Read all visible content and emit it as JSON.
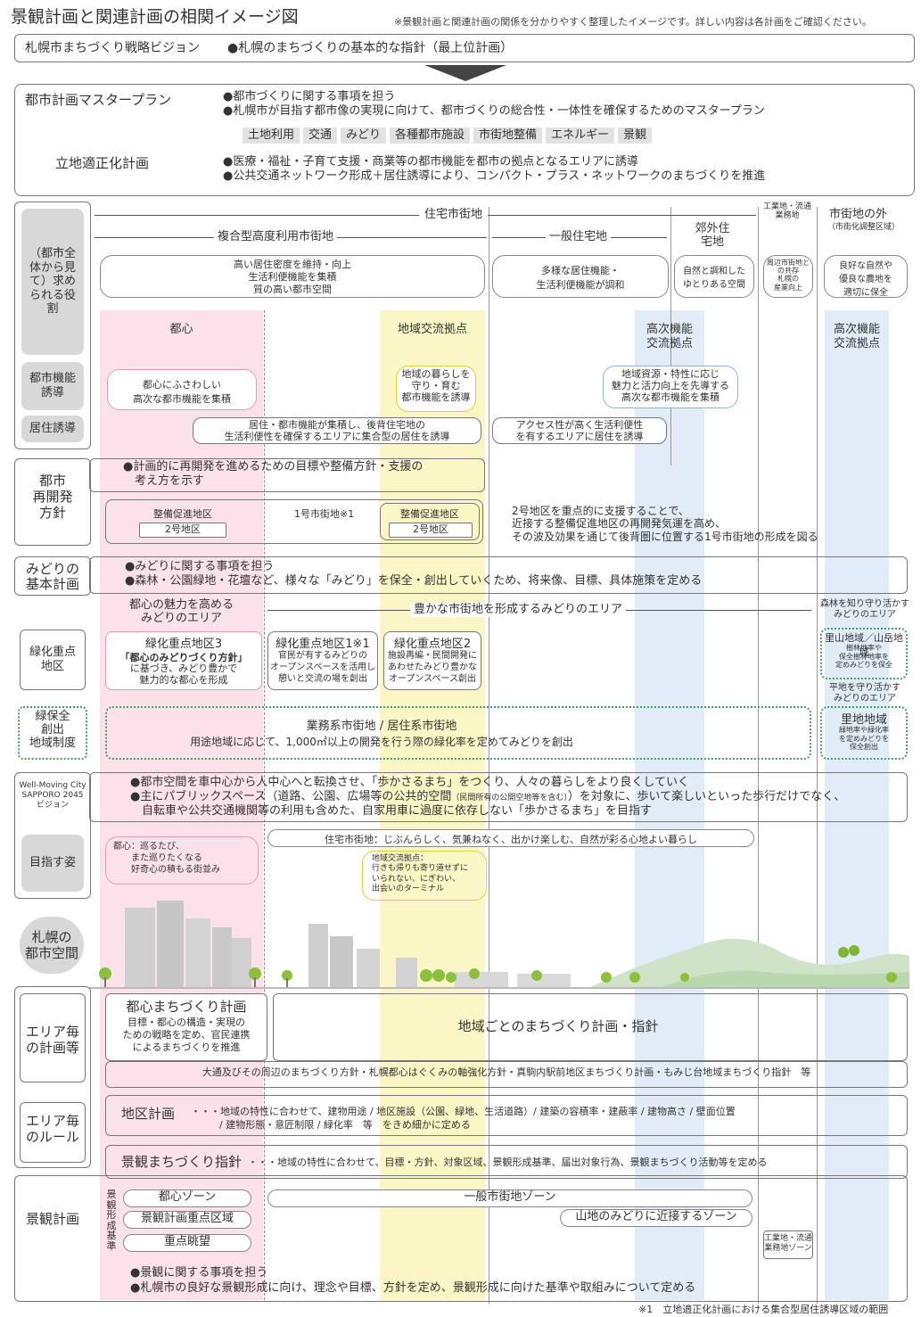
{
  "header": {
    "title": "景観計画と関連計画の相関イメージ図",
    "note": "※景観計画と関連計画の関係を分かりやすく整理したイメージです。詳しい内容は各計画をご確認ください。"
  },
  "vision": {
    "name": "札幌市まちづくり戦略ビジョン",
    "desc": "●札幌のまちづくりの基本的な指針（最上位計画）"
  },
  "masterplan": {
    "name": "都市計画マスタープラン",
    "line1": "●都市づくりに関する事項を担う",
    "line2": "●札幌市が目指す都市像の実現に向けて、都市づくりの総合性・一体性を確保するためのマスタープラン",
    "tags": [
      "土地利用",
      "交通",
      "みどり",
      "各種都市施設",
      "市街地整備",
      "エネルギー",
      "景観"
    ],
    "rikchi_name": "立地適正化計画",
    "rikchi1": "●医療・福祉・子育て支援・商業等の都市機能を都市の拠点となるエリアに誘導",
    "rikchi2": "●公共交通ネットワーク形成＋居住誘導により、コンパクト・プラス・ネットワークのまちづくりを推進"
  },
  "zones": {
    "residential": "住宅市街地",
    "industrial": "工業地・流通業務地",
    "outside": "市街地の外",
    "outside_sub": "（市街化調整区域）",
    "mixed": "複合型高度利用市街地",
    "general": "一般住宅地",
    "suburb": "郊外住宅地"
  },
  "roles": {
    "label": "（都市全体から見て）求められる役割",
    "r1": "高い居住密度を維持・向上\n生活利便機能を集積\n質の高い都市空間",
    "r2": "多様な居住機能・\n生活利便機能が調和",
    "r3": "自然と調和した\nゆとりある空間",
    "r4": "周辺市街地との共存\n札幌の\n産業向上",
    "r5": "良好な自然や\n優良な農地を\n適切に保全"
  },
  "bands": {
    "toshin": "都心",
    "chiiki": "地域交流拠点",
    "koji1": "高次機能\n交流拠点",
    "koji2": "高次機能\n交流拠点"
  },
  "function": {
    "label": "都市機能誘導",
    "f1": "都心にふさわしい\n高次な都市機能を集積",
    "f2": "地域の暮らしを\n守り・育む\n都市機能を誘導",
    "f3": "地域資源・特性に応じ\n魅力と活力向上を先導する\n高次な都市機能を集積"
  },
  "residence": {
    "label": "居住誘導",
    "k1": "居住・都市機能が集積し、後背住宅地の\n生活利便性を確保するエリアに集合型の居住を誘導",
    "k2": "アクセス性が高く生活利便性\nを有するエリアに居住を誘導"
  },
  "redev": {
    "label": "都市\n再開発\n方針",
    "desc": "●計画的に再開発を進めるための目標や整備方針・支援の\n　考え方を示す",
    "seibi1": "整備促進地区",
    "area2a": "2号地区",
    "city1": "1号市街地※1",
    "seibi2": "整備促進地区",
    "area2b": "2号地区",
    "note": "2号地区を重点的に支援することで、\n近接する整備促進地区の再開発気運を高め、\nその波及効果を通じて後背圏に位置する1号市街地の形成を図る"
  },
  "green": {
    "label": "みどりの\n基本計画",
    "line1": "●みどりに関する事項を担う",
    "line2": "●森林・公園緑地・花壇など、様々な「みどり」を保全・創出していくため、将来像、目標、具体施策を定める",
    "area_toshin": "都心の魅力を高める\nみどりのエリア",
    "area_rich": "豊かな市街地を形成するみどりのエリア",
    "area_forest": "森林を知り守り活かす\nみどりのエリア",
    "area_flat": "平地を守り活かす\nみどりのエリア",
    "jyuten_label": "緑化重点\n地区",
    "j3_title": "緑化重点地区3",
    "j3_desc1": "「都心のみどりづくり方針」",
    "j3_desc2": "に基づき、みどり豊かで\n魅力的な都心を形成",
    "j1_title": "緑化重点地区1※1",
    "j1_desc": "官民が有するみどりの\nオープンスペースを活用し\n憩いと交流の場を創出",
    "j2_title": "緑化重点地区2",
    "j2_desc": "施設再編・民間開発に\nあわせたみどり豊かな\nオープンスペース創出",
    "satoyama_title": "里山地域／山岳地域",
    "satoyama_desc": "樹林地率や\n保全樹林地率を\n定めみどりを保全",
    "hozen_label": "緑保全\n創出\n地域制度",
    "hozen_title": "業務系市街地 / 居住系市街地",
    "hozen_desc": "用途地域に応じて、1,000㎡以上の開発を行う際の緑化率を定めてみどりを創出",
    "sato_title": "里地地域",
    "sato_desc": "緑地率や緑化率\nを定めみどりを\n保全創出"
  },
  "wellmoving": {
    "label": "Well-Moving City\nSAPPORO 2045\nビジョン",
    "line1": "●都市空間を車中心から人中心へと転換させ、「歩かさるまち」をつくり、人々の暮らしをより良くしていく",
    "line2": "●主にパブリックスペース（道路、公園、広場等の公共的空間",
    "line2_small": "（民間所有の公開空地等を含む）",
    "line2_end": "）を対象に、歩いて楽しいといった歩行だけでなく、",
    "line3": "　自転車や公共交通機関等の利用も含めた、自家用車に過度に依存しない「歩かさるまち」を目指す",
    "mezasu": "目指す姿",
    "toshin_vision": "都心：巡るたび、\n　　また巡りたくなる\n　　好奇心の積もる街並み",
    "jutaku_vision": "住宅市街地：じぶんらしく、気兼ねなく、出かけ楽しむ、自然が彩る心地よい暮らし",
    "chiiki_vision": "地域交流拠点：\n行きも帰りも寄り道せずに\nいられない、にぎわい、\n出会いのターミナル"
  },
  "cityspace": {
    "label": "札幌の\n都市空間"
  },
  "areaplans": {
    "label": "エリア毎\nの計画等",
    "toshin_title": "都心まちづくり計画",
    "toshin_desc": "目標・都心の構造・実現の\nための戦略を定め、官民連携\nによるまちづくりを推進",
    "chiiki_title": "地域ごとのまちづくり計画・指針",
    "list": "大通及びその周辺のまちづくり方針・札幌都心はぐくみの軸強化方針・真駒内駅前地区まちづくり計画・もみじ台地域まちづくり指針　等"
  },
  "rules": {
    "label": "エリア毎\nのルール",
    "title": "地区計画",
    "desc1": "・・・地域の特性に合わせて、建物用途 / 地区施設（公園、緑地、生活道路）/ 建築の容積率・建蔽率 / 建物高さ / 壁面位置",
    "desc2": "/ 建物形態・意匠制限 / 緑化率　等　をきめ細かに定める"
  },
  "guideline": {
    "title": "景観まちづくり指針",
    "desc": "・・・地域の特性に合わせて、目標・方針、対象区域、景観形成基準、届出対象行為、景観まちづくり活動等を定める"
  },
  "landscape": {
    "label": "景観計画",
    "vertical": "景観形成基準",
    "z1": "都心ゾーン",
    "z2": "景観計画重点区域",
    "z3": "重点眺望",
    "z4": "一般市街地ゾーン",
    "z5": "山地のみどりに近接するゾーン",
    "z6": "工業地・流通業務地ゾーン",
    "line1": "●景観に関する事項を担う",
    "line2": "●札幌市の良好な景観形成に向け、理念や目標、方針を定め、景観形成に向けた基準や取組みについて定める"
  },
  "footnote": "※1　立地適正化計画における集合型居住誘導区域の範囲",
  "colors": {
    "pink": "#fbe1ea",
    "yellow": "#fbf6c6",
    "blue": "#e1ecf7",
    "gray": "#d8d8d8",
    "green": "#4a9a6a"
  }
}
